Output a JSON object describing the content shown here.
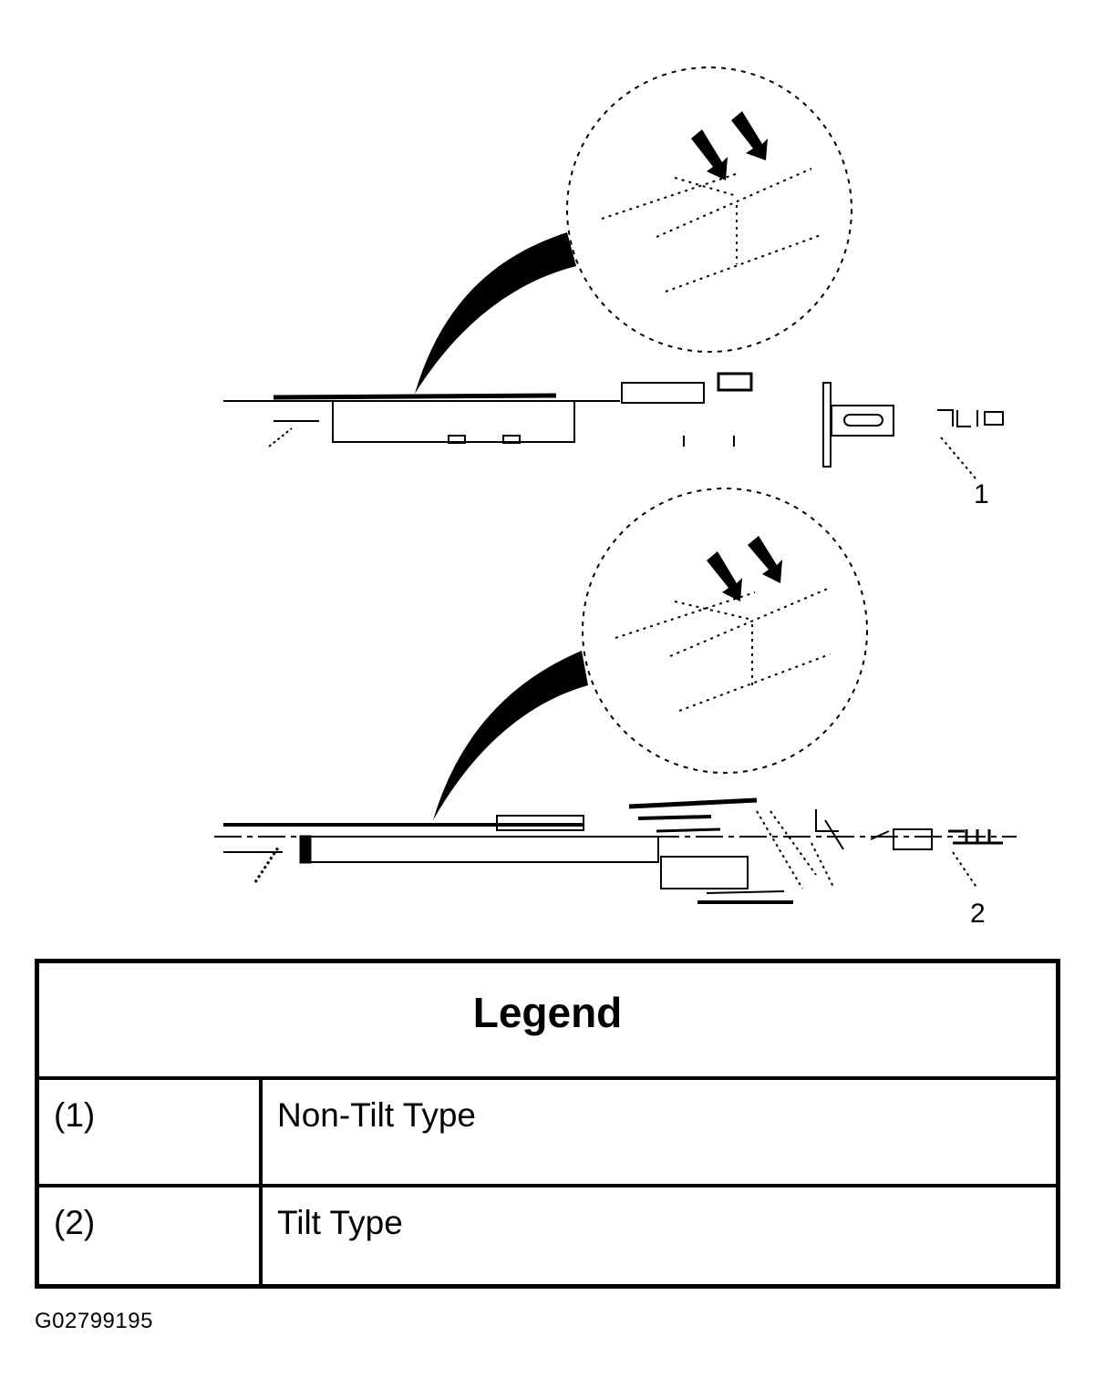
{
  "callouts": [
    "1",
    "2"
  ],
  "legend": {
    "title": "Legend",
    "rows": [
      {
        "number": "(1)",
        "description": "Non-Tilt Type"
      },
      {
        "number": "(2)",
        "description": "Tilt Type"
      }
    ]
  },
  "figure_id": "G02799195"
}
